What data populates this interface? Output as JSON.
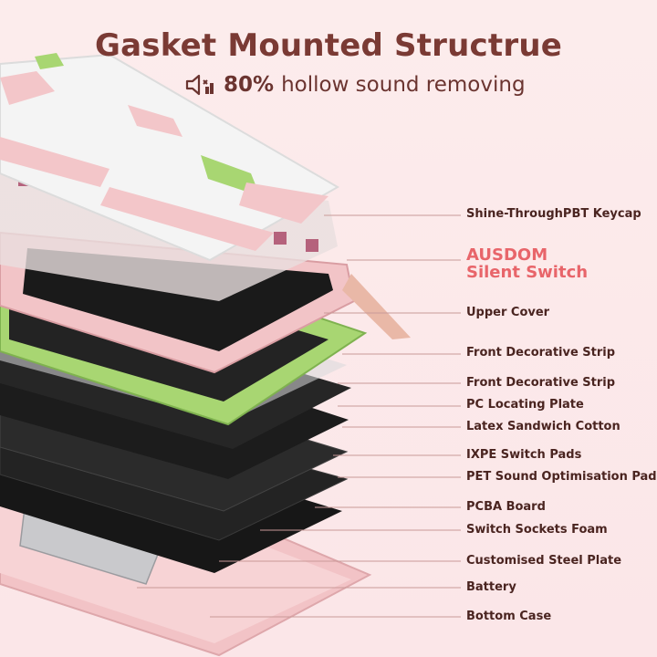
{
  "header": {
    "title": "Gasket Mounted Structrue",
    "subtitle_percent": "80%",
    "subtitle_rest": "hollow sound removing",
    "sound_icon": "speaker-volume-icon"
  },
  "brand": {
    "line1": "AUSDOM",
    "line2": "Silent Switch",
    "color": "#e8656a"
  },
  "labels": [
    "Shine-ThroughPBT Keycap",
    "Upper Cover",
    "Front Decorative Strip",
    "Front Decorative Strip",
    "PC Locating Plate",
    "Latex Sandwich Cotton",
    "IXPE Switch Pads",
    "PET Sound Optimisation Pads",
    "PCBA Board",
    "Switch Sockets Foam",
    "Customised Steel Plate",
    "Battery",
    "Bottom Case"
  ],
  "colors": {
    "background": "#fbe9ea",
    "title": "#7a3a34",
    "keycap_pink": "#f3c6c9",
    "keycap_white": "#f4f4f4",
    "accent_green": "#a8d672",
    "plate_black": "#1e1e1e"
  }
}
